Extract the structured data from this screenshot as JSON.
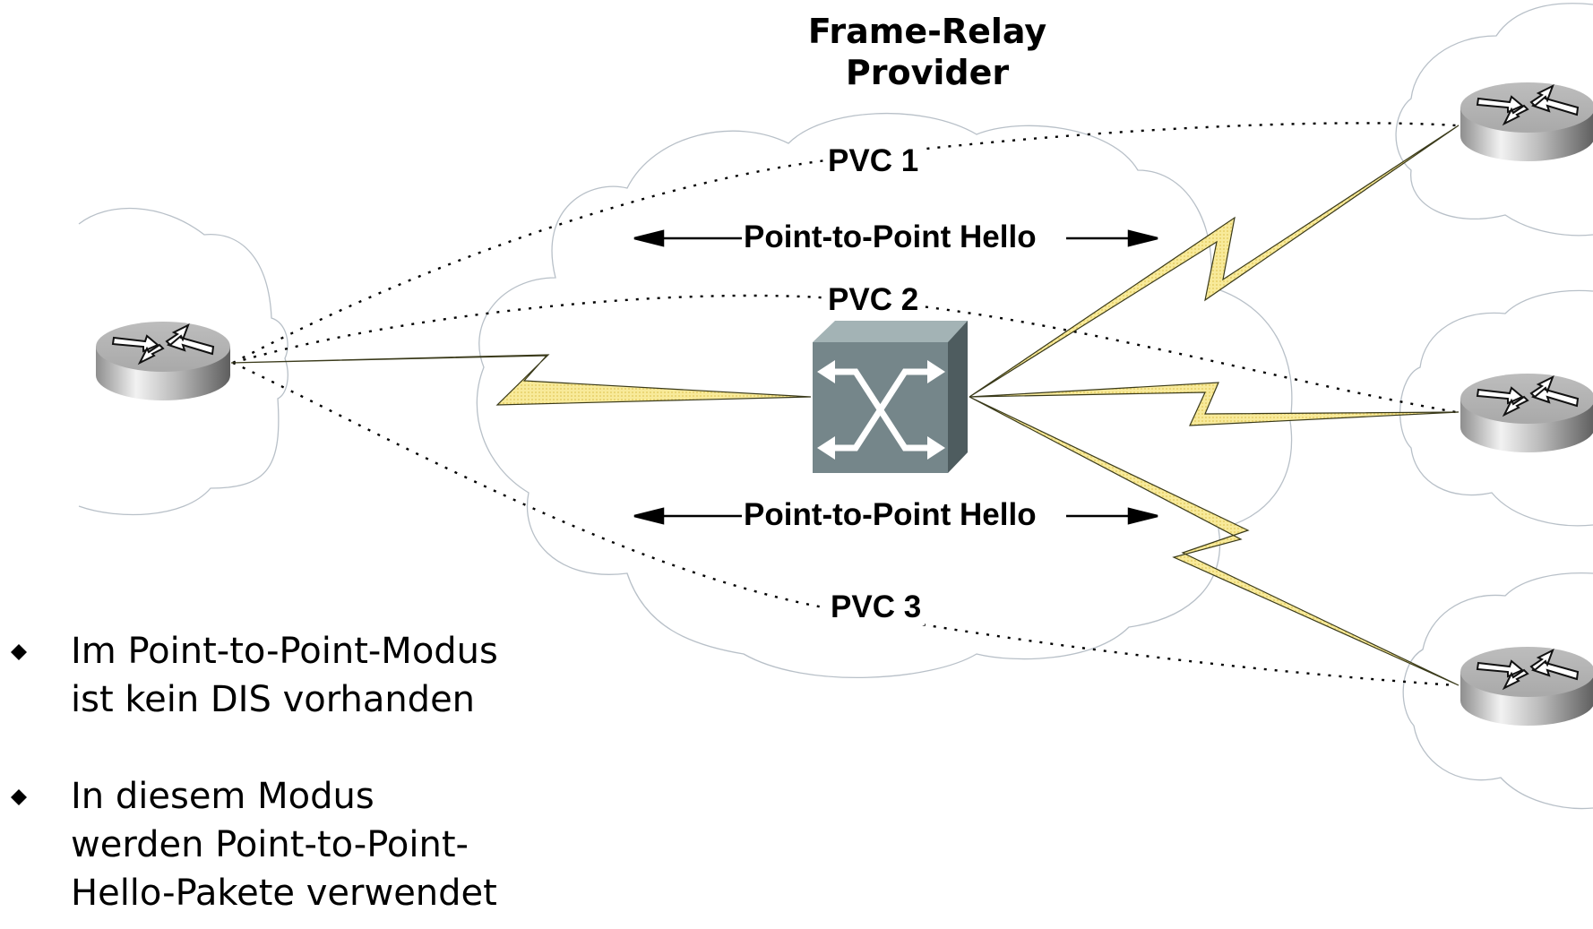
{
  "diagram": {
    "title_lines": [
      "Frame-Relay",
      "Provider"
    ],
    "pvc_labels": [
      "PVC 1",
      "PVC 2",
      "PVC 3"
    ],
    "hello_labels": [
      "Point-to-Point Hello",
      "Point-to-Point Hello"
    ],
    "devices": {
      "hub_router": "router-icon",
      "switch": "frame-relay-switch-icon",
      "spoke_routers": [
        "router-icon",
        "router-icon",
        "router-icon"
      ]
    },
    "colors": {
      "serial_link_fill": "#f6e58d",
      "serial_link_stroke": "#3a3a1a",
      "cloud_stroke": "#b8c0c8",
      "switch_front": "#75868a",
      "switch_top": "#9fb0b2",
      "switch_side": "#4e5c5f",
      "dotted_line": "#000000"
    }
  },
  "bullets": [
    {
      "text": "Im Point-to-Point-Modus\nist kein DIS vorhanden"
    },
    {
      "text": "In diesem Modus\nwerden Point-to-Point-\nHello-Pakete verwendet"
    }
  ]
}
